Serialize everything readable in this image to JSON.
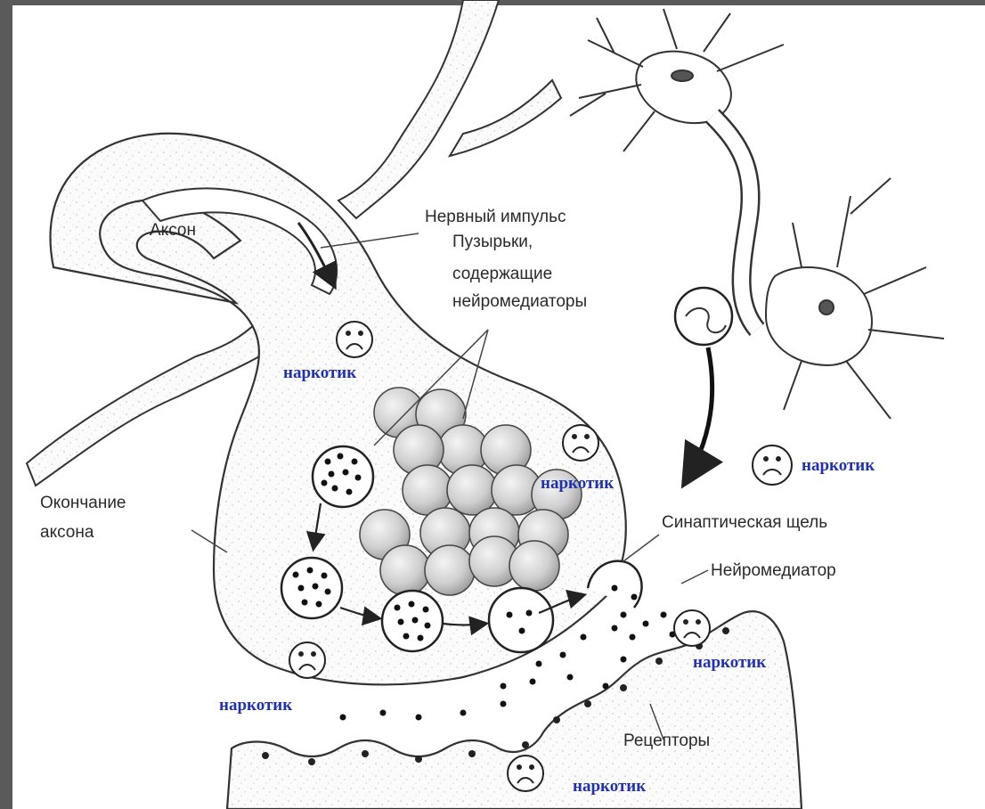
{
  "labels": {
    "axon": "Аксон",
    "nerve_impulse": "Нервный импульс",
    "vesicles_line1": "Пузырьки,",
    "vesicles_line2": "содержащие",
    "vesicles_line3": "нейромедиаторы",
    "axon_ending_line1": "Окончание",
    "axon_ending_line2": "аксона",
    "synaptic_cleft": "Синаптическая щель",
    "neurotransmitter": "Нейромедиатор",
    "receptors": "Рецепторы"
  },
  "drug_labels": [
    "наркотик",
    "наркотик",
    "наркотик",
    "наркотик",
    "наркотик",
    "наркотик"
  ],
  "colors": {
    "background_frame": "#5a5a5a",
    "paper": "#ffffff",
    "ink": "#2a2a2a",
    "drug_text": "#2233aa"
  }
}
